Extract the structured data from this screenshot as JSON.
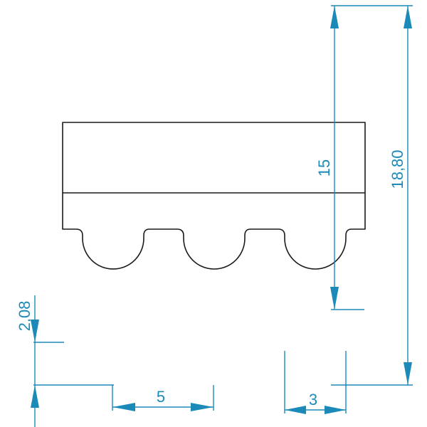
{
  "drawing": {
    "type": "timing-belt-profile",
    "line_color": "#1a1a1a",
    "dimension_color": "#1c8ab8",
    "dimensions": {
      "tooth_depth": "2,08",
      "pitch": "5",
      "belt_height": "15",
      "total_height": "18,80",
      "edge_offset": "3"
    }
  }
}
